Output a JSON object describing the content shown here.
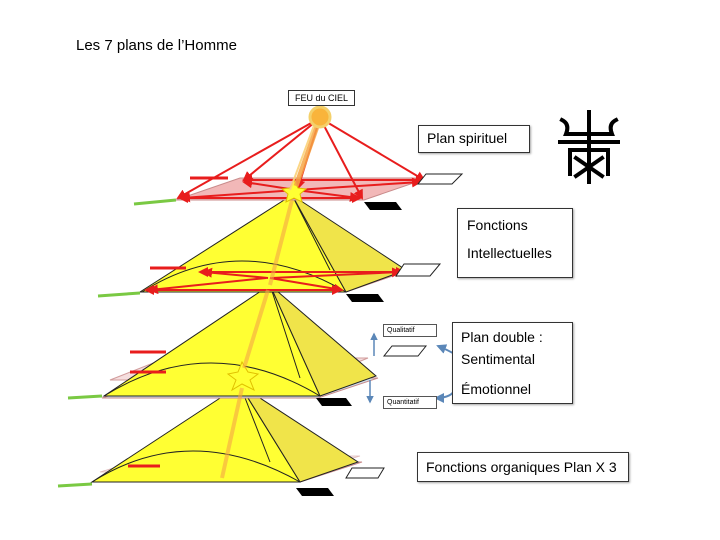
{
  "title": "Les 7 plans de l’Homme",
  "source": "FEU du CIEL",
  "labels": {
    "spirituel": "Plan spirituel",
    "intellect1": "Fonctions",
    "intellect2": "Intellectuelles",
    "double1": "Plan double :",
    "double2": "Sentimental",
    "double3": "Émotionnel",
    "organique": "Fonctions organiques Plan X 3",
    "qualitatif": "Qualitatif",
    "quantitatif": "Quantitatif"
  },
  "colors": {
    "plane_pink": "#f2b8b8",
    "plane_blue": "#cfe0ea",
    "pyramid": "#ffff33",
    "arrow_red": "#e81d1d",
    "sun": "#f9b43b",
    "blue_arrow": "#5b87b8",
    "tab_green": "#7ac943"
  },
  "icons": {
    "symbol": "chinese-seal-glyph"
  }
}
